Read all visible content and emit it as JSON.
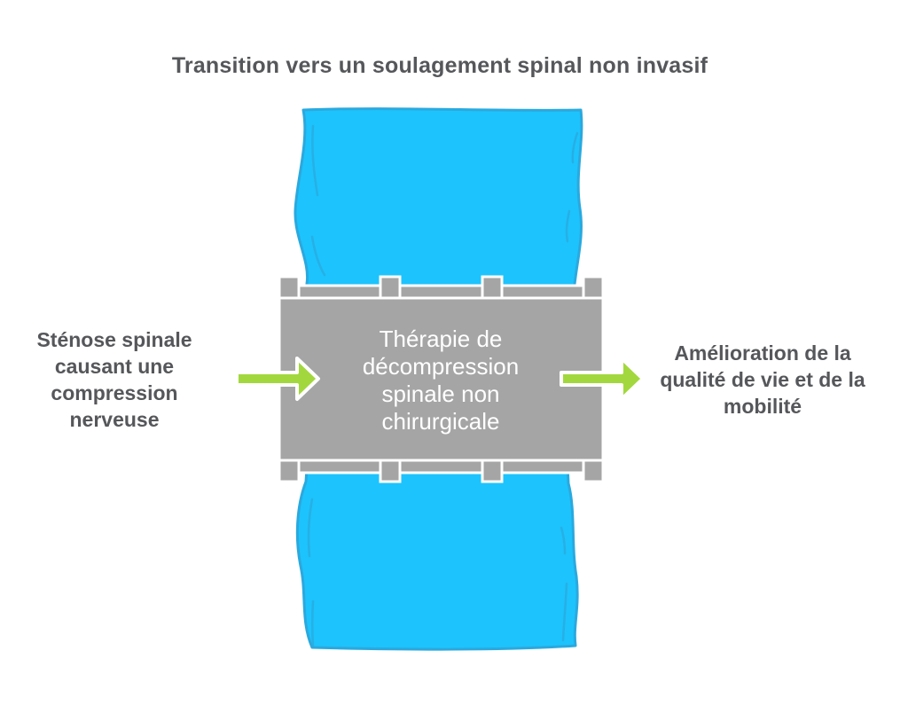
{
  "title": "Transition vers un soulagement spinal non invasif",
  "flow": {
    "left_label": [
      "Sténose spinale",
      "causant une",
      "compression",
      "nerveuse"
    ],
    "center_box_label": [
      "Thérapie de",
      "décompression",
      "spinale non",
      "chirurgicale"
    ],
    "right_label": [
      "Amélioration de la",
      "qualité de vie et de la",
      "mobilité"
    ]
  },
  "icons": {
    "left_arrow": "arrow-right-icon",
    "right_arrow": "arrow-right-icon"
  },
  "colors": {
    "spine_band": "#1dc3fc",
    "spine_band_outline": "#2aa9de",
    "device_gray": "#a5a5a5",
    "device_outline": "#ffffff",
    "arrow_green": "#a2d83d",
    "arrow_outline": "#ffffff",
    "text_dark": "#56575a",
    "text_light": "#ffffff",
    "background": "#ffffff"
  }
}
